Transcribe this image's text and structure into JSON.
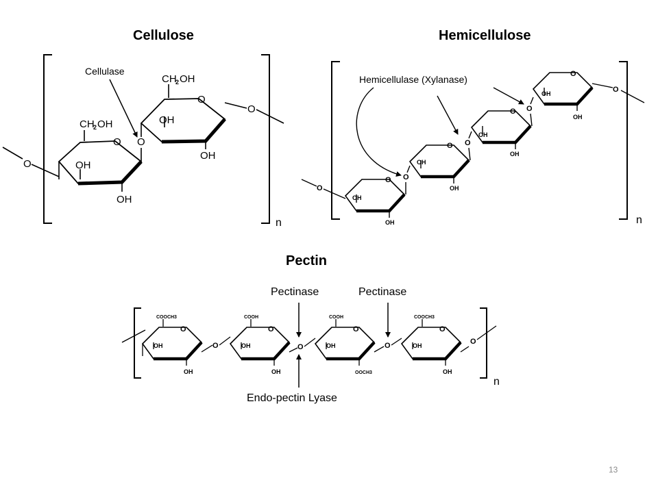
{
  "slide": {
    "page_number": "13"
  },
  "cellulose": {
    "title": "Cellulose",
    "enzyme_label": "Cellulase",
    "groups": {
      "ch2oh": "CH2OH",
      "ch2oh_sub": "2",
      "ch": "CH",
      "oh_after": "OH",
      "oh": "OH",
      "o": "O"
    },
    "repeat": "n"
  },
  "hemicellulose": {
    "title": "Hemicellulose",
    "enzyme_label": "Hemicellulase (Xylanase)",
    "groups": {
      "oh": "OH",
      "o": "O"
    },
    "repeat": "n"
  },
  "pectin": {
    "title": "Pectin",
    "enzyme_label_1": "Pectinase",
    "enzyme_label_2": "Pectinase",
    "lyase_label": "Endo-pectin Lyase",
    "groups": {
      "cooch3": "COOCH3",
      "cooh": "COOH",
      "ooch3": "OOCH3",
      "oh": "OH",
      "o": "O"
    },
    "repeat": "n"
  }
}
